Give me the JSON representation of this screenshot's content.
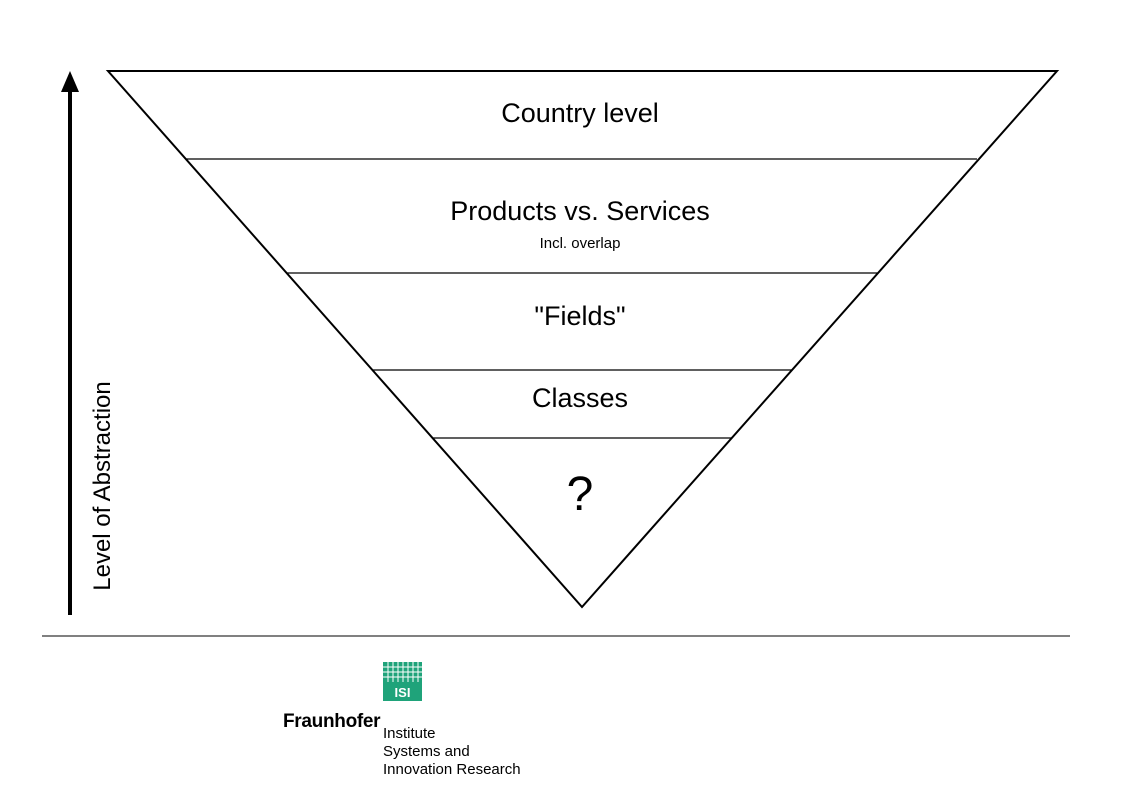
{
  "diagram": {
    "axis_label": "Level of Abstraction",
    "levels": [
      {
        "label": "Country level"
      },
      {
        "label": "Products vs. Services",
        "sublabel": "Incl. overlap"
      },
      {
        "label": "\"Fields\""
      },
      {
        "label": "Classes"
      },
      {
        "label": "?"
      }
    ]
  },
  "footer": {
    "logo": {
      "badge_text": "ISI",
      "wordmark": "Fraunhofer",
      "lines": [
        "Institute",
        "Systems and",
        "Innovation Research"
      ],
      "accent_color": "#1fa37a"
    }
  }
}
